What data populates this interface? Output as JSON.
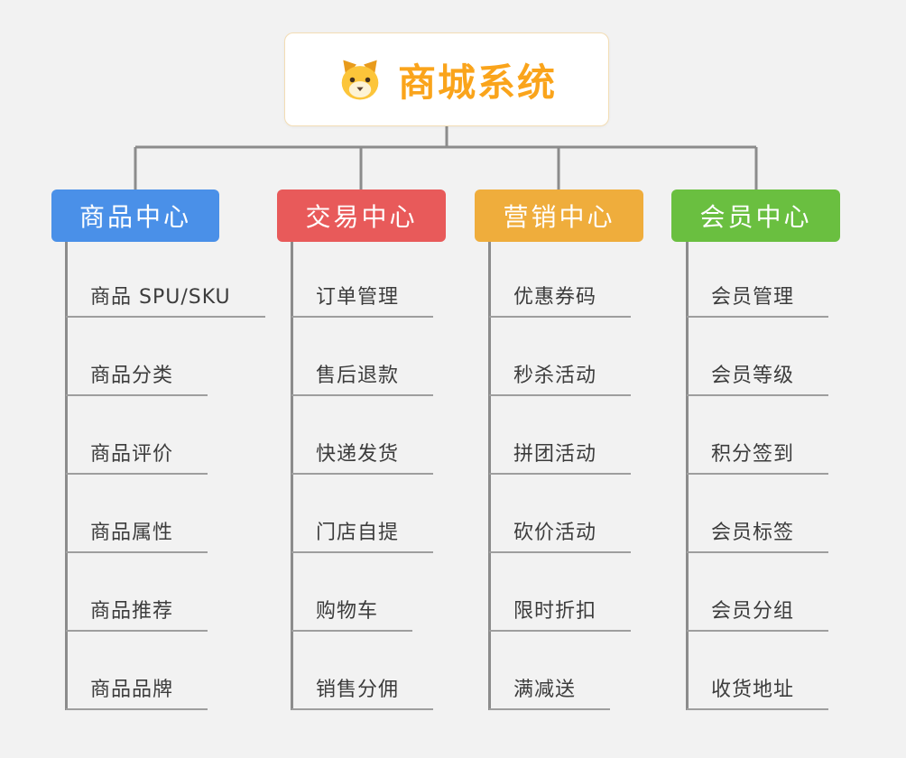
{
  "root": {
    "title": "商城系统",
    "title_color": "#FAA41B",
    "icon": "dog-icon"
  },
  "connector_color": "#8c8c8c",
  "underline_color": "#9e9e9e",
  "branches": [
    {
      "label": "商品中心",
      "color": "#4A90E8",
      "items": [
        "商品 SPU/SKU",
        "商品分类",
        "商品评价",
        "商品属性",
        "商品推荐",
        "商品品牌"
      ]
    },
    {
      "label": "交易中心",
      "color": "#E85A5A",
      "items": [
        "订单管理",
        "售后退款",
        "快递发货",
        "门店自提",
        "购物车",
        "销售分佣"
      ]
    },
    {
      "label": "营销中心",
      "color": "#EFAD3C",
      "items": [
        "优惠券码",
        "秒杀活动",
        "拼团活动",
        "砍价活动",
        "限时折扣",
        "满减送"
      ]
    },
    {
      "label": "会员中心",
      "color": "#6ABF40",
      "items": [
        "会员管理",
        "会员等级",
        "积分签到",
        "会员标签",
        "会员分组",
        "收货地址"
      ]
    }
  ]
}
